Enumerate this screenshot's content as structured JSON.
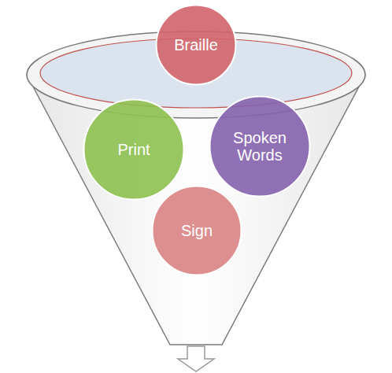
{
  "diagram": {
    "nodes": [
      {
        "text": [
          "Braille"
        ]
      },
      {
        "text": [
          "Print"
        ]
      },
      {
        "text": [
          "Spoken Words"
        ]
      },
      {
        "text": [
          "Sign"
        ]
      }
    ]
  }
}
